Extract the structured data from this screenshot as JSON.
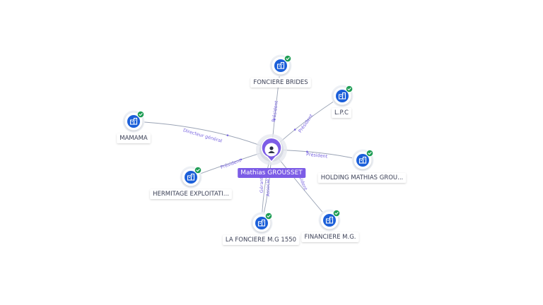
{
  "colors": {
    "accent": "#7c5ce6",
    "company": "#1b5fd9",
    "verified": "#1f9d55",
    "edge": "#9aa3b5",
    "edge_label": "#7a66e0"
  },
  "center": {
    "name": "Mathias GROUSSET",
    "icon": "person-icon"
  },
  "companies": [
    {
      "name": "FONCIERE BRIDES",
      "icon": "building-icon"
    },
    {
      "name": "L.P.C",
      "icon": "building-icon"
    },
    {
      "name": "MAMAMA",
      "icon": "building-icon"
    },
    {
      "name": "HOLDING MATHIAS GROU...",
      "icon": "building-icon"
    },
    {
      "name": "HERMITAGE EXPLOITATI...",
      "icon": "building-icon"
    },
    {
      "name": "LA FONCIERE M.G 1550",
      "icon": "building-icon"
    },
    {
      "name": "FINANCIERE M.G.",
      "icon": "building-icon"
    }
  ],
  "edges": [
    {
      "target": 0,
      "label": "Président"
    },
    {
      "target": 1,
      "label": "Président"
    },
    {
      "target": 2,
      "label": "Directeur général"
    },
    {
      "target": 3,
      "label": "Président"
    },
    {
      "target": 4,
      "label": "Président"
    },
    {
      "target": 5,
      "label": "Gérant"
    },
    {
      "target": 5,
      "label": "Associé"
    },
    {
      "target": 6,
      "label": "Président"
    }
  ]
}
